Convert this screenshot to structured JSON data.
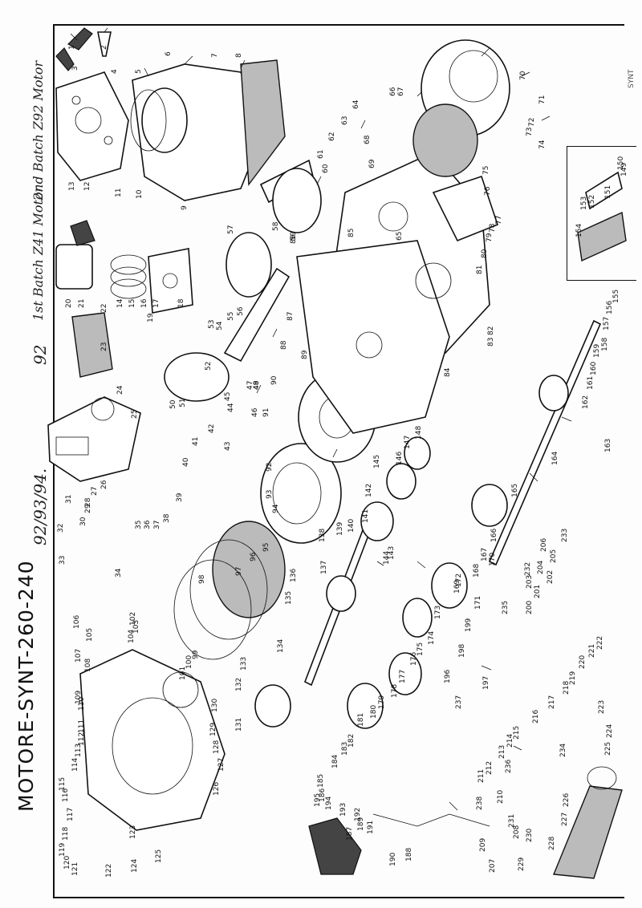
{
  "title": "MOTORE-SYNT-260-240",
  "handwritten": {
    "models": "92/93/94.",
    "year": "92",
    "batch1": "1st Batch Z41 Motor",
    "batch2": "2nd Batch Z92 Motor"
  },
  "margin_note": "SYNT",
  "reference_numbers": [
    "1",
    "2",
    "3",
    "4",
    "5",
    "6",
    "7",
    "8",
    "9",
    "10",
    "11",
    "12",
    "13",
    "14",
    "15",
    "16",
    "17",
    "18",
    "19",
    "20",
    "21",
    "22",
    "23",
    "24",
    "25",
    "26",
    "27",
    "28",
    "29",
    "30",
    "31",
    "32",
    "33",
    "34",
    "35",
    "36",
    "37",
    "38",
    "39",
    "40",
    "41",
    "42",
    "43",
    "44",
    "45",
    "46",
    "47",
    "48",
    "49",
    "50",
    "51",
    "52",
    "53",
    "54",
    "55",
    "56",
    "57",
    "58",
    "59",
    "60",
    "61",
    "62",
    "63",
    "64",
    "65",
    "66",
    "67",
    "68",
    "69",
    "70",
    "71",
    "72",
    "73",
    "74",
    "75",
    "76",
    "77",
    "78",
    "79",
    "80",
    "81",
    "82",
    "83",
    "84",
    "85",
    "86",
    "87",
    "88",
    "89",
    "90",
    "91",
    "92",
    "93",
    "94",
    "95",
    "96",
    "97",
    "98",
    "99",
    "100",
    "101",
    "102",
    "103",
    "104",
    "105",
    "106",
    "107",
    "108",
    "109",
    "110",
    "111",
    "112",
    "113",
    "114",
    "115",
    "116",
    "117",
    "118",
    "119",
    "120",
    "121",
    "122",
    "123",
    "124",
    "125",
    "126",
    "127",
    "128",
    "129",
    "130",
    "131",
    "132",
    "133",
    "134",
    "135",
    "136",
    "137",
    "138",
    "139",
    "140",
    "141",
    "142",
    "143",
    "144",
    "145",
    "146",
    "147",
    "148",
    "149",
    "150",
    "151",
    "152",
    "153",
    "154",
    "155",
    "156",
    "157",
    "158",
    "159",
    "160",
    "161",
    "162",
    "163",
    "164",
    "165",
    "166",
    "167",
    "168",
    "169",
    "170",
    "171",
    "172",
    "173",
    "174",
    "175",
    "176",
    "177",
    "178",
    "179",
    "180",
    "181",
    "182",
    "183",
    "184",
    "185",
    "186",
    "187",
    "188",
    "189",
    "190",
    "191",
    "192",
    "193",
    "194",
    "195",
    "196",
    "197",
    "198",
    "199",
    "200",
    "201",
    "202",
    "203",
    "204",
    "205",
    "206",
    "207",
    "208",
    "209",
    "210",
    "211",
    "212",
    "213",
    "214",
    "215",
    "216",
    "217",
    "218",
    "219",
    "220",
    "221",
    "222",
    "223",
    "224",
    "225",
    "226",
    "227",
    "228",
    "229",
    "230",
    "231",
    "232",
    "233",
    "234",
    "235",
    "236",
    "237",
    "238"
  ]
}
